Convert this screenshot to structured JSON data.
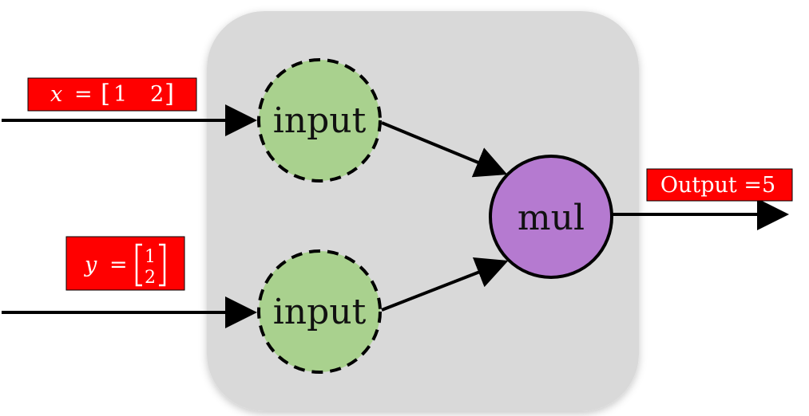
{
  "colors": {
    "container": "#d9d9d9",
    "input_node": "#a9d18e",
    "mul_node": "#b57ad0",
    "label_box": "#ff0000",
    "label_text": "#ffffff",
    "line": "#000000"
  },
  "inputs": [
    {
      "variable": "x",
      "equals": "=",
      "vector": [
        "1",
        "2"
      ],
      "orientation": "row",
      "node_label": "input"
    },
    {
      "variable": "y",
      "equals": "=",
      "vector": [
        "1",
        "2"
      ],
      "orientation": "column",
      "node_label": "input"
    }
  ],
  "operation": {
    "label": "mul"
  },
  "output": {
    "label": "Output =5"
  }
}
